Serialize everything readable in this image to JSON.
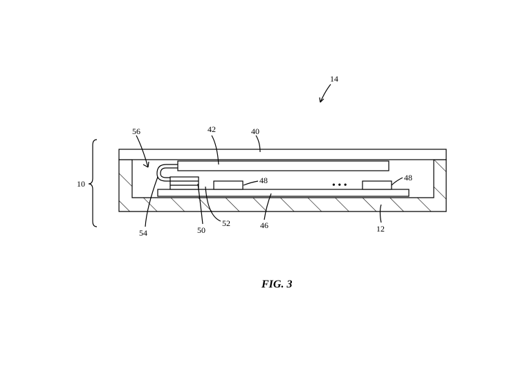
{
  "figure": {
    "caption": "FIG. 3",
    "labels": {
      "device": "10",
      "housing": "12",
      "assembly": "14",
      "cover": "40",
      "display": "42",
      "substrate": "46",
      "component_left": "48",
      "component_right": "48",
      "connector": "50",
      "contact": "52",
      "flex_bend": "54",
      "flex_arrow": "56"
    },
    "ellipsis": "• • •"
  }
}
